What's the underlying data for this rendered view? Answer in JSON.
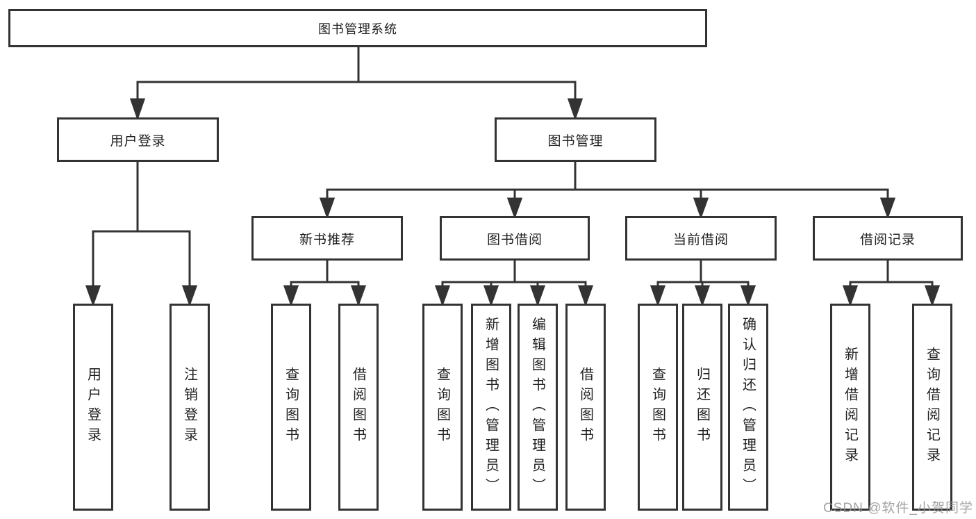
{
  "title": "图书管理系统",
  "level2": [
    "用户登录",
    "图书管理"
  ],
  "level3": [
    "新书推荐",
    "图书借阅",
    "当前借阅",
    "借阅记录"
  ],
  "leaves": [
    "用户登录",
    "注销登录",
    "查询图书",
    "借阅图书",
    "查询图书",
    "新增图书（管理员）",
    "编辑图书（管理员）",
    "借阅图书",
    "查询图书",
    "归还图书",
    "确认归还（管理员）",
    "新增借阅记录",
    "查询借阅记录"
  ],
  "watermark": "CSDN @软件_小贺同学",
  "colors": {
    "line": "#333333",
    "text": "#1f1f1f",
    "watermark": "#949494",
    "background": "#ffffff"
  }
}
